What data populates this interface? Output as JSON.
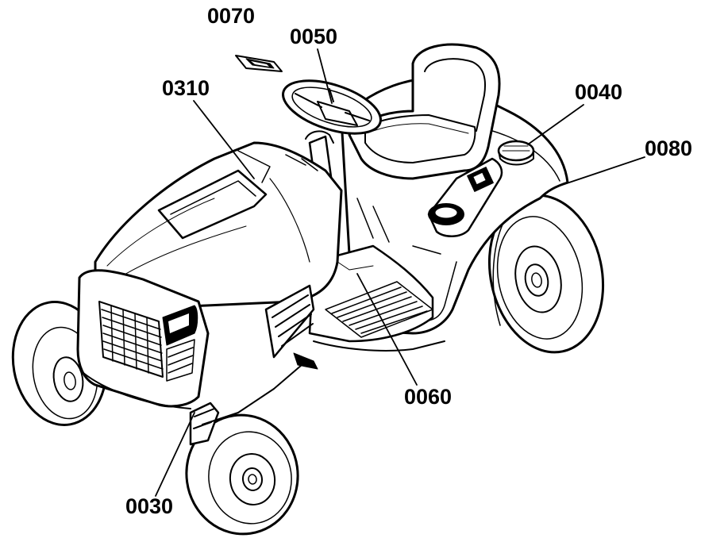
{
  "callouts": [
    {
      "id": "0070",
      "text": "0070"
    },
    {
      "id": "0050",
      "text": "0050"
    },
    {
      "id": "0310",
      "text": "0310"
    },
    {
      "id": "0040",
      "text": "0040"
    },
    {
      "id": "0080",
      "text": "0080"
    },
    {
      "id": "0060",
      "text": "0060"
    },
    {
      "id": "0030",
      "text": "0030"
    }
  ]
}
